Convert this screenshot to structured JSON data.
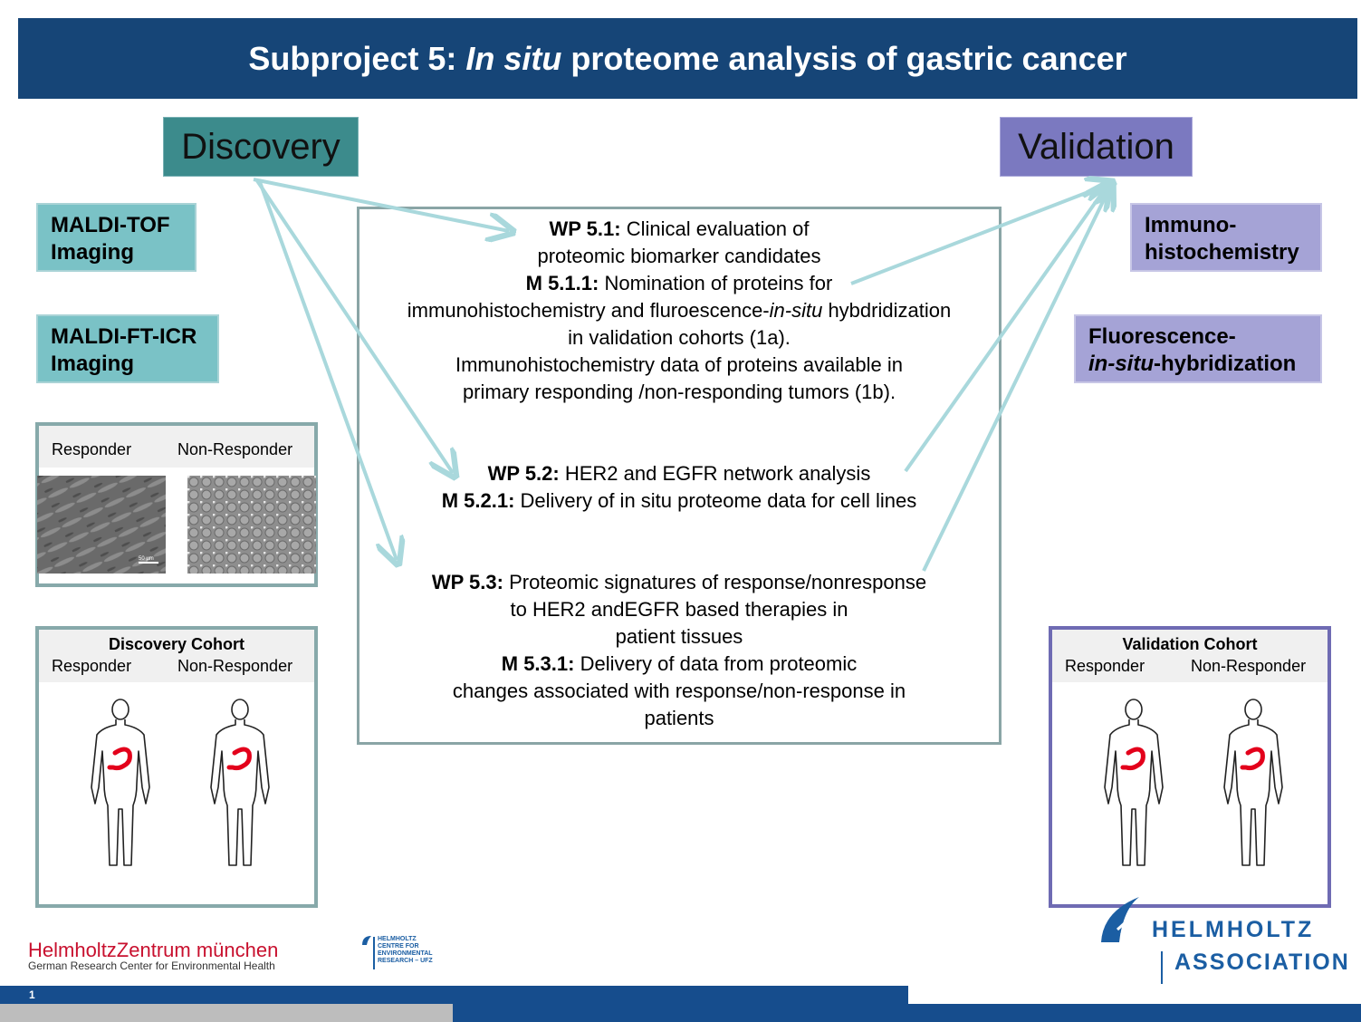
{
  "title": {
    "prefix": "Subproject 5: ",
    "italic": "In situ",
    "suffix": " proteome analysis of gastric cancer"
  },
  "discovery": {
    "label": "Discovery",
    "boxes": [
      {
        "line1": "MALDI-TOF",
        "line2": "Imaging"
      },
      {
        "line1": "MALDI-FT-ICR",
        "line2": "Imaging"
      }
    ],
    "cell_panel": {
      "responder": "Responder",
      "non_responder": "Non-Responder",
      "scale_label": "50 µm"
    },
    "cohort_panel": {
      "title": "Discovery Cohort",
      "responder": "Responder",
      "non_responder": "Non-Responder"
    }
  },
  "validation": {
    "label": "Validation",
    "boxes": [
      {
        "line1": "Immuno-",
        "line2": "histochemistry"
      },
      {
        "line1": "Fluorescence-",
        "line2_italic": "in-situ",
        "line2_rest": "-hybridization"
      }
    ],
    "cohort_panel": {
      "title": "Validation Cohort",
      "responder": "Responder",
      "non_responder": "Non-Responder"
    }
  },
  "work_packages": {
    "wp51": {
      "bold1": "WP 5.1:",
      "text1": " Clinical evaluation of",
      "line2": "proteomic biomarker candidates",
      "bold3": "M 5.1.1:",
      "text3": " Nomination of proteins for",
      "line4a": "immunohistochemistry and fluroescence-",
      "line4i": "in-situ",
      "line4b": " hybdridization",
      "line5": "in validation cohorts (1a).",
      "line6": "Immunohistochemistry data of proteins available in",
      "line7": "primary responding /non-responding tumors (1b)."
    },
    "wp52": {
      "bold1": "WP 5.2:",
      "text1": " HER2 and EGFR network analysis",
      "bold2": "M 5.2.1:",
      "text2": " Delivery of in situ proteome data for cell lines"
    },
    "wp53": {
      "bold1": "WP 5.3:",
      "text1": " Proteomic signatures of response/nonresponse",
      "line2": "to HER2 andEGFR based therapies in",
      "line3": "patient tissues",
      "bold4": "M 5.3.1:",
      "text4": " Delivery of data from proteomic",
      "line5": "changes associated with response/non-response in",
      "line6": "patients"
    }
  },
  "footer": {
    "hmgu_name": "HelmholtzZentrum münchen",
    "hmgu_sub": "German Research Center for Environmental Health",
    "ufz": [
      "HELMHOLTZ",
      "CENTRE FOR",
      "ENVIRONMENTAL",
      "RESEARCH – UFZ"
    ],
    "helmholtz_1": "HELMHOLTZ",
    "helmholtz_2": "ASSOCIATION",
    "page_number": "1"
  },
  "colors": {
    "title_bar": "#164577",
    "discovery": "#3c8b8c",
    "validation": "#7b79c0",
    "arrow": "#a9d8dc",
    "hmgu_red": "#c8102e",
    "helmholtz_blue": "#1b5ea3"
  }
}
